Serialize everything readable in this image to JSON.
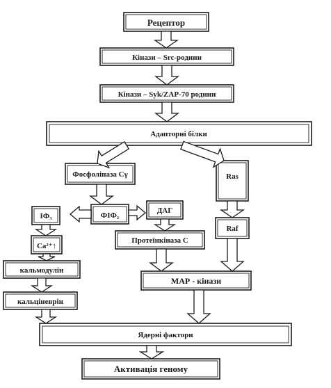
{
  "nodes": {
    "receptor": "Рецептор",
    "src_kinases": "Кінази – Src-родини",
    "syk_kinases": "Кінази – Syk/ZAP-70 родини",
    "adapter_proteins": "Адапторні білки",
    "phospholipase": "Фосфоліпаза Сγ",
    "ras": "Ras",
    "raf": "Raf",
    "fif2": "ФІФ₂",
    "dag": "ДАГ",
    "if3": "ІФ₃",
    "calcium": "Ca²⁺↑",
    "protein_kinase_c": "Протеїнкіназа С",
    "calmodulin": "кальмодулін",
    "calcineurin": "кальціневрін",
    "map_kinases": "МАР - кінази",
    "nuclear_factors": "Ядерні фактори",
    "genome_activation": "Активація геному"
  },
  "colors": {
    "stroke": "#1a1a1a",
    "fill": "#ffffff"
  }
}
